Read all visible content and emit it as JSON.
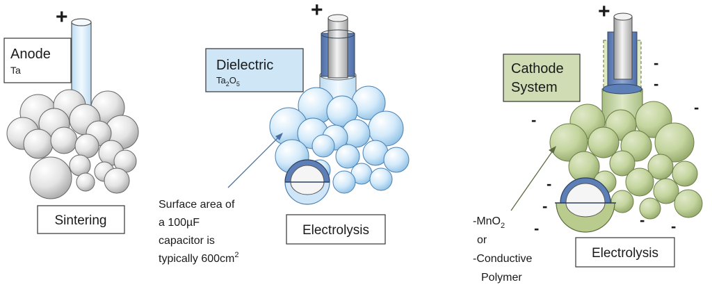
{
  "panels": [
    {
      "box_title": "Anode",
      "box_sub": "Ta",
      "step_label": "Sintering",
      "polarity": "+"
    },
    {
      "box_title": "Dielectric",
      "box_sub_main": "Ta",
      "box_sub_1": "2",
      "box_sub_mid": "O",
      "box_sub_2": "5",
      "step_label": "Electrolysis",
      "polarity": "+",
      "note_lines": [
        "Surface area of",
        "a 100µF",
        "capacitor is"
      ],
      "note_last": "typically 600cm",
      "note_sup": "2"
    },
    {
      "box_title_1": "Cathode",
      "box_title_2": "System",
      "step_label": "Electrolysis",
      "polarity": "+",
      "minus": "-",
      "note_1a": "-MnO",
      "note_1b": "2",
      "note_2": "or",
      "note_3": "-Conductive",
      "note_4": "Polymer"
    }
  ],
  "colors": {
    "anode_fill": "#e6e6e6",
    "dielectric_fill": "#d6ecfa",
    "cathode_fill": "#c8d9a6",
    "oxide_blue": "#6f8fc2",
    "dielectric_box": "#cfe6f7",
    "cathode_box": "#cfdcb4"
  }
}
